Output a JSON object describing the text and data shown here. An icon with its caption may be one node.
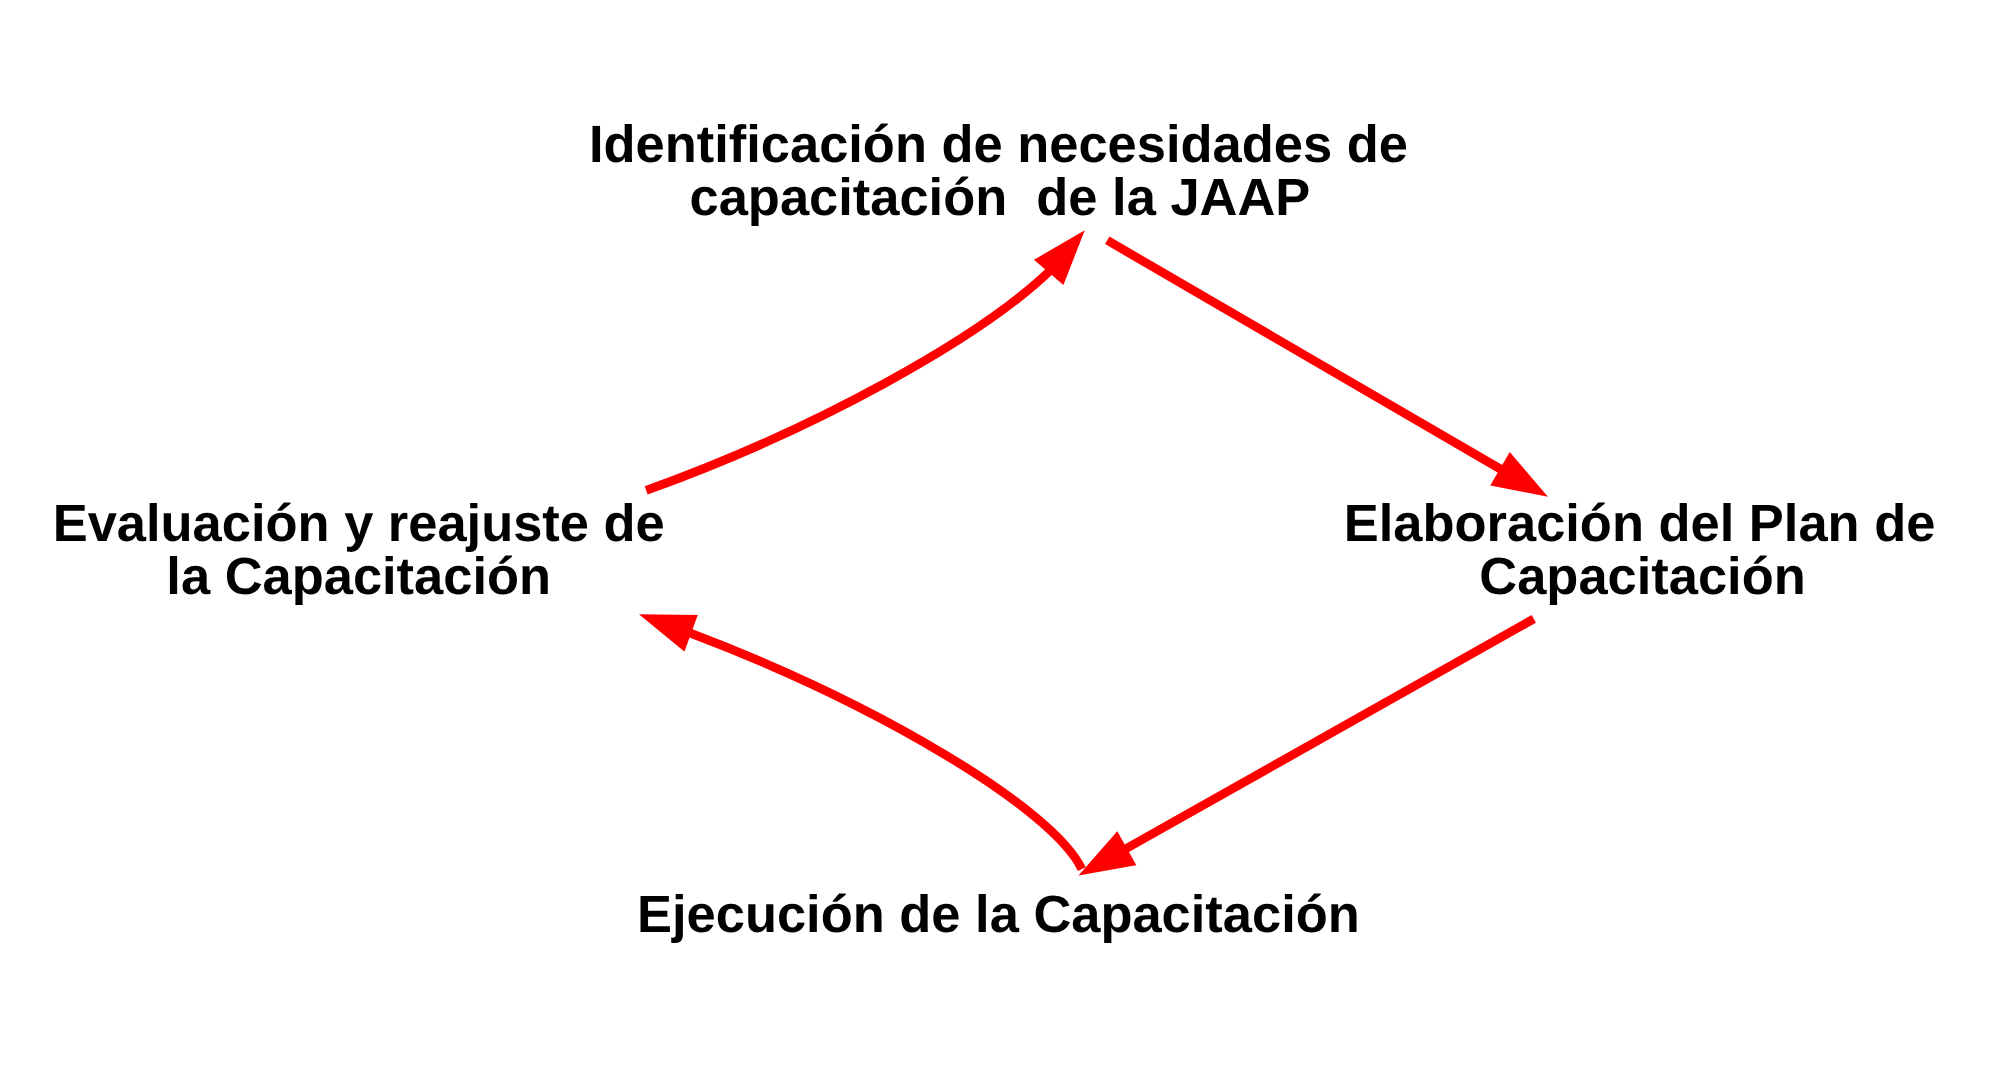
{
  "diagram": {
    "nodes": [
      {
        "text": [
          "Identificación de necesidades de capacitación  de la JAAP"
        ]
      },
      {
        "text": [
          "Elaboración del Plan de Capacitación"
        ]
      },
      {
        "text": [
          "Ejecución de la Capacitación"
        ]
      },
      {
        "text": [
          "Evaluación y reajuste de la Capacitación"
        ]
      }
    ],
    "edges": [
      {
        "from": 0,
        "to": 1,
        "arrow": "to"
      },
      {
        "from": 1,
        "to": 2,
        "arrow": "to"
      },
      {
        "from": 2,
        "to": 3,
        "arrow": "to"
      },
      {
        "from": 3,
        "to": 0,
        "arrow": "to"
      }
    ]
  }
}
